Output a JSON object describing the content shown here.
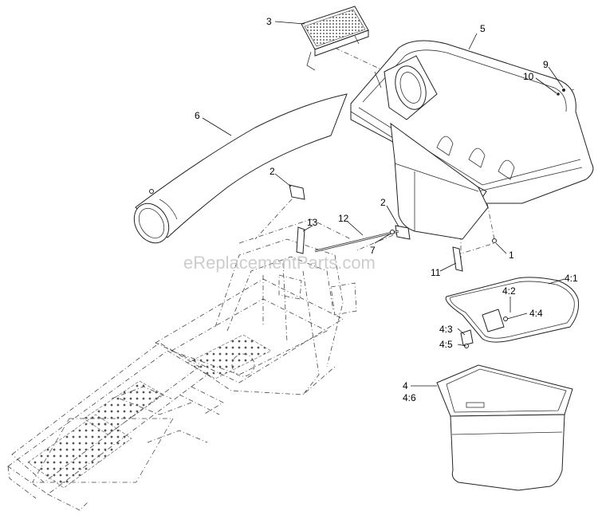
{
  "watermark": "eReplacementParts.com",
  "callouts": {
    "c1": "1",
    "c2a": "2",
    "c2b": "2",
    "c3": "3",
    "c4": "4",
    "c4_1": "4:1",
    "c4_2": "4:2",
    "c4_3": "4:3",
    "c4_4": "4:4",
    "c4_5": "4:5",
    "c4_6": "4:6",
    "c5": "5",
    "c6": "6",
    "c7": "7",
    "c9": "9",
    "c10": "10",
    "c11": "11",
    "c12": "12",
    "c13": "13"
  }
}
